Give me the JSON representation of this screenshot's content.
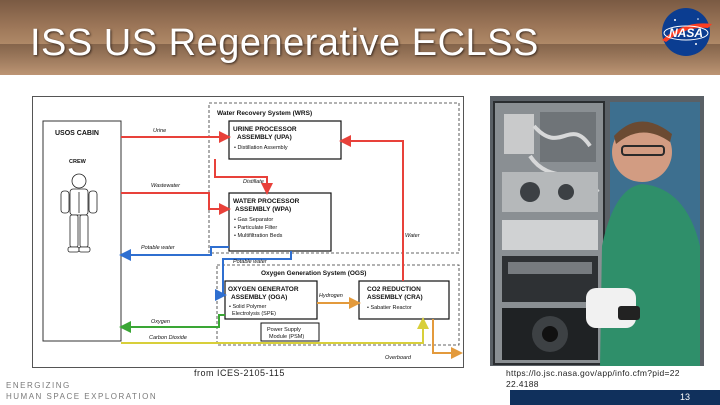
{
  "slide": {
    "title": "ISS US Regenerative ECLSS",
    "logo_text": "NASA",
    "caption_left": "from ICES-2105-115",
    "caption_right": "https://lo.jsc.nasa.gov/app/info.cfm?pid=22 22.4188",
    "footer_line1": "ENERGIZING",
    "footer_line2": "HUMAN SPACE EXPLORATION",
    "page_number": "13"
  },
  "diagram": {
    "usos_cabin": "USOS CABIN",
    "crew": "CREW",
    "wrs_title": "Water Recovery System (WRS)",
    "upa_title1": "URINE PROCESSOR",
    "upa_title2": "ASSEMBLY (UPA)",
    "upa_item1": "• Distillation Assembly",
    "wpa_title1": "WATER PROCESSOR",
    "wpa_title2": "ASSEMBLY (WPA)",
    "wpa_item1": "• Gas Separator",
    "wpa_item2": "• Particulate Filter",
    "wpa_item3": "• Multifiltration Beds",
    "ogs_title": "Oxygen Generation System (OGS)",
    "oga_title1": "OXYGEN GENERATOR",
    "oga_title2": "ASSEMBLY (OGA)",
    "oga_item1": "• Solid Polymer",
    "oga_item2": "Electrolysis (SPE)",
    "cra_title1": "CO2 REDUCTION",
    "cra_title2": "ASSEMBLY (CRA)",
    "cra_item1": "• Sabatier Reactor",
    "psm_title1": "Power Supply",
    "psm_title2": "Module (PSM)",
    "label_urine": "Urine",
    "label_distillate": "Distillate",
    "label_wastewater": "Wastewater",
    "label_water": "Water",
    "label_potable1": "Potable water",
    "label_potable2": "Potable water",
    "label_hydrogen": "Hydrogen",
    "label_oxygen": "Oxygen",
    "label_co2": "Carbon Dioxide",
    "label_overboard": "Overboard"
  },
  "colors": {
    "red_flow": "#e8413a",
    "blue_flow": "#2f6fd0",
    "green_flow": "#3aa635",
    "yellow_flow": "#d8cf3a",
    "orange_flow": "#e39a3c",
    "footer_bar": "#10305c"
  }
}
